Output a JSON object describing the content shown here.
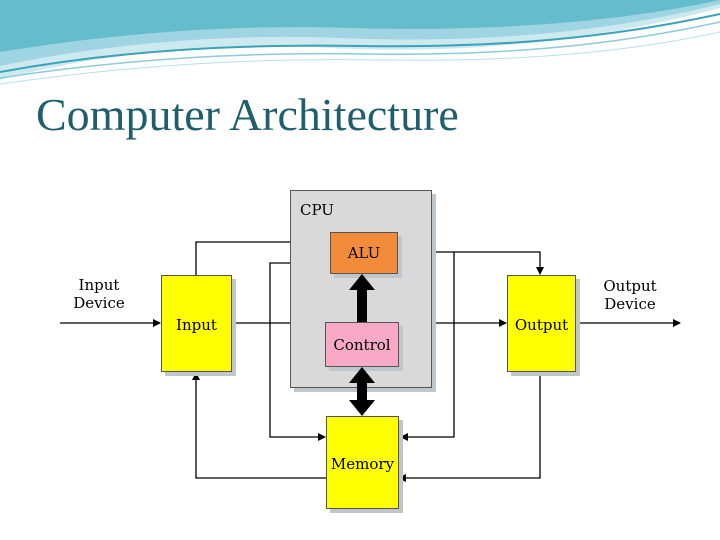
{
  "slide": {
    "title": "Computer Architecture"
  },
  "diagram": {
    "cpu_label": "CPU",
    "alu_label": "ALU",
    "control_label": "Control",
    "memory_label": "Memory",
    "input_label": "Input",
    "output_label": "Output",
    "input_device_label_line1": "Input",
    "input_device_label_line2": "Device",
    "output_device_label_line1": "Output",
    "output_device_label_line2": "Device"
  },
  "colors": {
    "title": "#1f5f6b",
    "cpu_fill": "#d9d9d9",
    "alu_fill": "#f28c3a",
    "control_fill": "#f7a9c5",
    "memory_fill": "#ffff00",
    "input_fill": "#ffff00",
    "output_fill": "#ffff00",
    "wave_teal": "#5bb7c9",
    "wave_light": "#cde9f0"
  }
}
